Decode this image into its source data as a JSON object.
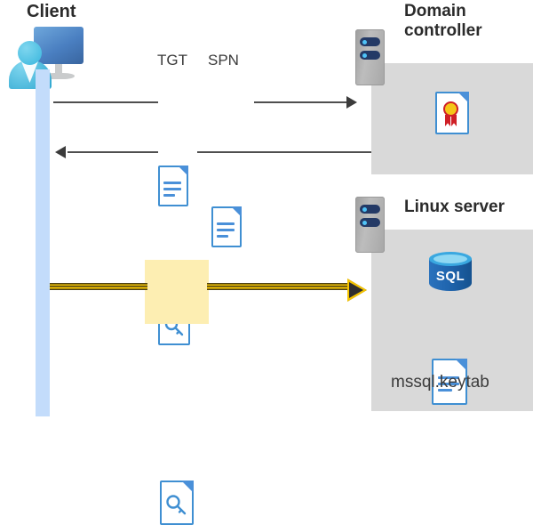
{
  "diagram": {
    "title_client": "Client",
    "title_domain_controller": "Domain controller",
    "title_linux_server": "Linux server",
    "labels": {
      "tgt": "TGT",
      "spn": "SPN",
      "keytab_file": "mssql.keytab",
      "sql": "SQL"
    },
    "icons": {
      "client": "user-at-computer-icon",
      "server": "server-rack-icon",
      "certificate": "certificate-document-icon",
      "key_document": "key-document-icon",
      "text_document": "text-document-icon",
      "database": "sql-database-icon"
    },
    "flows": [
      {
        "name": "client-to-dc-request",
        "direction": "right",
        "artifacts": [
          "TGT",
          "SPN"
        ],
        "style": "gray"
      },
      {
        "name": "dc-to-client-response",
        "direction": "left",
        "artifacts": [
          "key-document"
        ],
        "style": "gray"
      },
      {
        "name": "client-to-linux-keytab",
        "direction": "right",
        "artifacts": [
          "key-document"
        ],
        "style": "yellow-highlight"
      }
    ],
    "colors": {
      "panel": "#d9d9d9",
      "lifeline": "#c3dcfb",
      "accent_blue": "#3f8fd2",
      "highlight": "#fdeeb2",
      "arrow_yellow": "#f5c400",
      "arrow_gray": "#4f4f4f",
      "text": "#2b2b2b"
    }
  }
}
